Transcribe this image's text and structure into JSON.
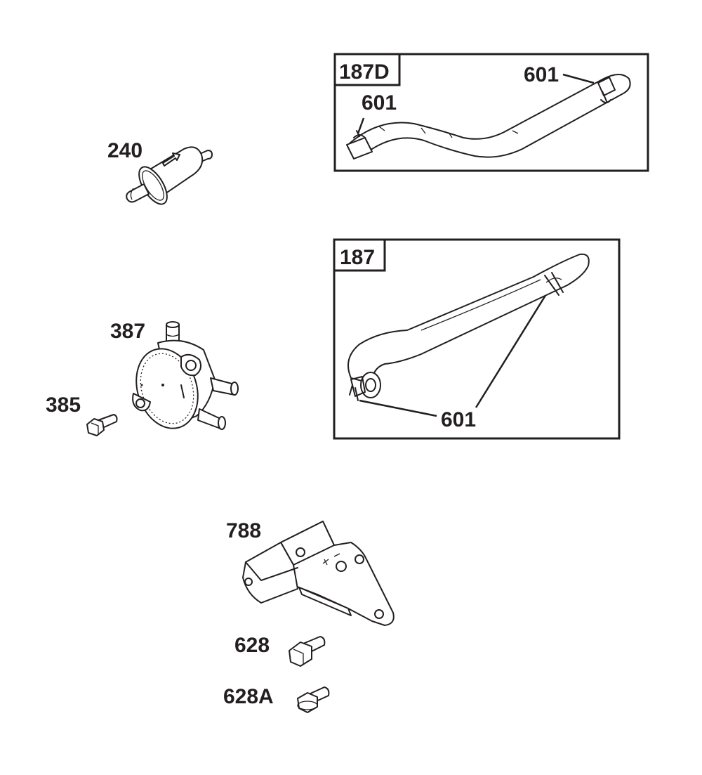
{
  "parts": {
    "fuel_filter": {
      "label": "240"
    },
    "fuel_pump": {
      "label": "387"
    },
    "screw_385": {
      "label": "385"
    },
    "bracket": {
      "label": "788"
    },
    "bolt_628": {
      "label": "628"
    },
    "bolt_628a": {
      "label": "628A"
    }
  },
  "boxes": {
    "hose_187d": {
      "title": "187D",
      "clamp_top": "601",
      "clamp_left": "601"
    },
    "hose_187": {
      "title": "187",
      "clamp": "601"
    }
  },
  "colors": {
    "line": "#231f20",
    "background": "#ffffff"
  }
}
